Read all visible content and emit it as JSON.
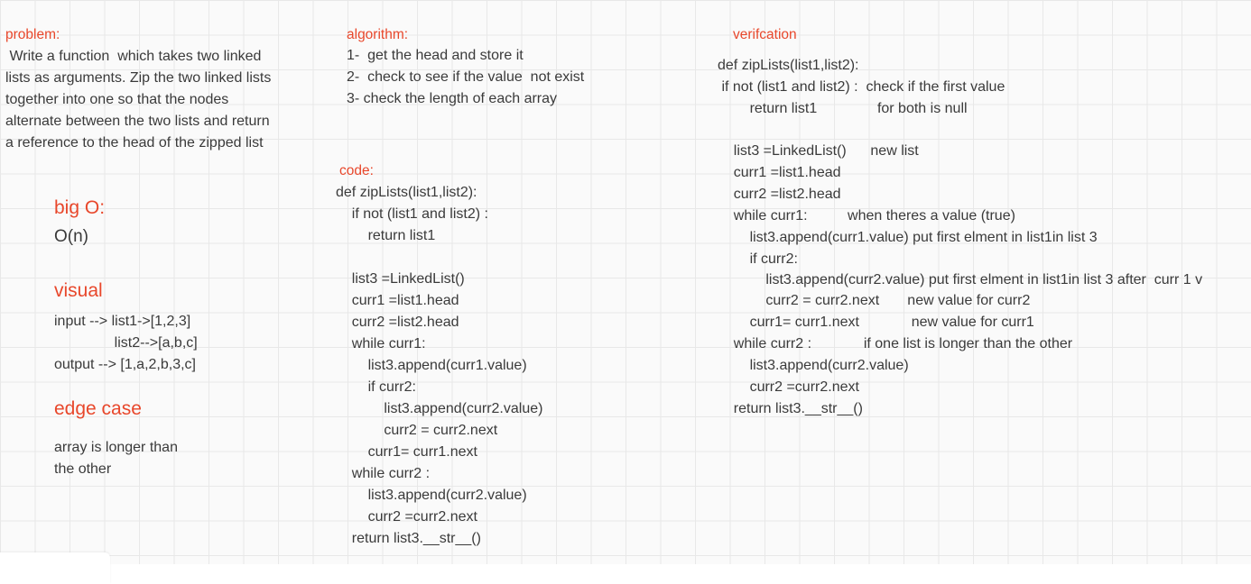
{
  "problem": {
    "heading": "problem:",
    "lines": [
      " Write a function  which takes two linked",
      "lists as arguments. Zip the two linked lists",
      "together into one so that the nodes",
      "alternate between the two lists and return",
      "a reference to the head of the zipped list"
    ]
  },
  "big_o": {
    "heading": "big O:",
    "value": "O(n)"
  },
  "visual": {
    "heading": "visual",
    "lines": [
      "input --> list1->[1,2,3]",
      "               list2-->[a,b,c]",
      "output --> [1,a,2,b,3,c]"
    ]
  },
  "edge_case": {
    "heading": "edge case",
    "lines": [
      "array is longer than",
      "the other"
    ]
  },
  "algorithm": {
    "heading": "algorithm:",
    "lines": [
      "1-  get the head and store it",
      "2-  check to see if the value  not exist",
      "3- check the length of each array"
    ]
  },
  "code": {
    "heading": "code:",
    "lines": [
      "def zipLists(list1,list2):",
      "    if not (list1 and list2) :",
      "        return list1",
      "",
      "    list3 =LinkedList()",
      "    curr1 =list1.head",
      "    curr2 =list2.head",
      "    while curr1:",
      "        list3.append(curr1.value)",
      "        if curr2:",
      "            list3.append(curr2.value)",
      "            curr2 = curr2.next",
      "        curr1= curr1.next",
      "    while curr2 :",
      "        list3.append(curr2.value)",
      "        curr2 =curr2.next",
      "    return list3.__str__()"
    ]
  },
  "verification": {
    "heading": "verifcation",
    "lines": [
      "def zipLists(list1,list2):",
      " if not (list1 and list2) :  check if the first value",
      "        return list1               for both is null",
      "",
      "    list3 =LinkedList()      new list",
      "    curr1 =list1.head",
      "    curr2 =list2.head",
      "    while curr1:          when theres a value (true)",
      "        list3.append(curr1.value) put first elment in list1in list 3",
      "        if curr2:",
      "            list3.append(curr2.value) put first elment in list1in list 3 after  curr 1 v",
      "            curr2 = curr2.next       new value for curr2",
      "        curr1= curr1.next             new value for curr1",
      "    while curr2 :             if one list is longer than the other",
      "        list3.append(curr2.value)",
      "        curr2 =curr2.next",
      "    return list3.__str__()"
    ]
  }
}
